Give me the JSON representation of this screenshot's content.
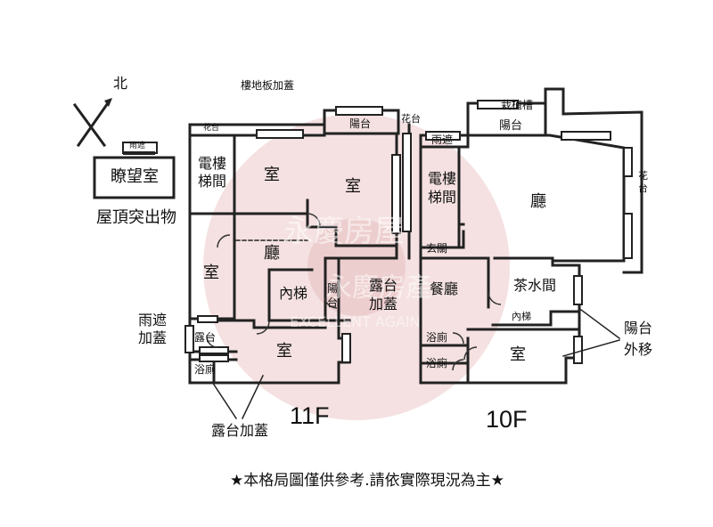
{
  "compass": {
    "north_label": "北"
  },
  "roof": {
    "room": "瞭望室",
    "caption": "屋頂突出物",
    "window_tag": "雨遮"
  },
  "floor11": {
    "level": "11F",
    "notes": {
      "floor_cover": "樓地板加蓋",
      "rain_cover_1": "雨遮",
      "rain_cover_2": "加蓋",
      "terrace_cover": "露台加蓋"
    },
    "rooms": {
      "flower_bed": "花台",
      "elevator_1": "電樓",
      "elevator_2": "梯間",
      "room_a": "室",
      "room_b": "室",
      "balcony_top": "陽台",
      "flower_side": "花台",
      "hall": "廳",
      "room_left": "室",
      "inner_stair": "內梯",
      "balcony_small_1": "陽",
      "balcony_small_2": "台",
      "terrace_1": "露台",
      "terrace_2": "加蓋",
      "terrace_small": "露台",
      "room_bottom": "室",
      "bath": "浴廁"
    }
  },
  "floor10": {
    "level": "10F",
    "notes": {
      "balcony_move_1": "陽台",
      "balcony_move_2": "外移"
    },
    "rooms": {
      "planter": "栽植槽",
      "balcony_top": "陽台",
      "rain_cover": "雨遮",
      "elevator_1": "電樓",
      "elevator_2": "梯間",
      "living": "廳",
      "flower_1": "花",
      "flower_2": "台",
      "foyer": "玄關",
      "dining": "餐廳",
      "tea_room": "茶水間",
      "inner_stair": "內梯",
      "bath_1": "浴廁",
      "bath_2": "浴廁",
      "room": "室"
    }
  },
  "watermark": {
    "logo": "永慶房屋",
    "brand": "永慶房產",
    "slogan": "EXCELLENT AGAIN"
  },
  "disclaimer": "★本格局圖僅供參考.請依實際現況為主★"
}
